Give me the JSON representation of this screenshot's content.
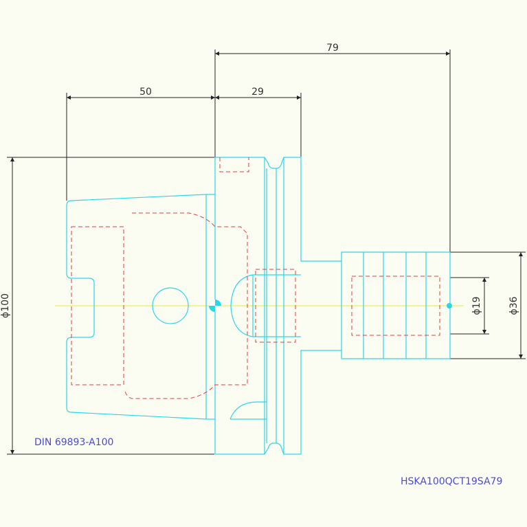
{
  "drawing": {
    "dimensions": {
      "d79": "79",
      "d50": "50",
      "d29": "29",
      "dia100": "ϕ100",
      "dia19": "ϕ19",
      "dia36": "ϕ36"
    },
    "labels": {
      "standard": "DIN 69893-A100",
      "part_number": "HSKA100QCT19SA79"
    },
    "colors": {
      "outline": "#29d8e8",
      "hidden": "#e04040",
      "dimension": "#222222",
      "centerline": "#e8e840",
      "label": "#4a4ad8",
      "background": "#fbfcf2"
    }
  }
}
